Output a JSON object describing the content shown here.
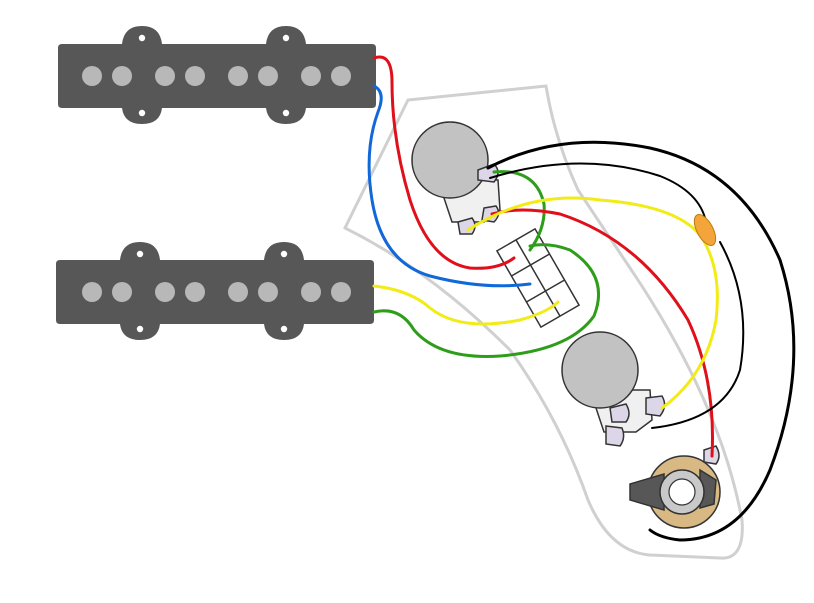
{
  "colors": {
    "pickup_body": "#575757",
    "pole_piece": "#b8b8b8",
    "mount_hole": "#ffffff",
    "control_plate_outline": "#d0d0d0",
    "pot_body": "#c2c2c2",
    "pot_outline": "#333333",
    "pot_bracket": "#f0f0f0",
    "lug": "#ddd6e8",
    "switch_fill": "#ffffff",
    "switch_lines": "#333333",
    "capacitor": "#f3a53a",
    "jack_ring": "#d8b883",
    "jack_body": "#c9c9c9",
    "jack_tab": "#575757",
    "wire_red": "#e0101a",
    "wire_blue": "#1168d8",
    "wire_green": "#2e9e1a",
    "wire_yellow": "#f2ec16",
    "wire_black": "#000000"
  },
  "components": [
    {
      "name": "neck-pickup",
      "kind": "jazz-bass-single-coil-pickup",
      "pole_pieces": 8
    },
    {
      "name": "bridge-pickup",
      "kind": "jazz-bass-single-coil-pickup",
      "pole_pieces": 8
    },
    {
      "name": "control-plate",
      "kind": "control-plate-outline"
    },
    {
      "name": "pot-upper",
      "kind": "potentiometer",
      "lugs": 3
    },
    {
      "name": "pot-lower",
      "kind": "potentiometer",
      "lugs": 3
    },
    {
      "name": "blend-switch",
      "kind": "selector-switch"
    },
    {
      "name": "tone-capacitor",
      "kind": "capacitor"
    },
    {
      "name": "output-jack",
      "kind": "output-jack"
    }
  ],
  "wires": [
    "red",
    "blue",
    "green",
    "yellow",
    "black"
  ]
}
